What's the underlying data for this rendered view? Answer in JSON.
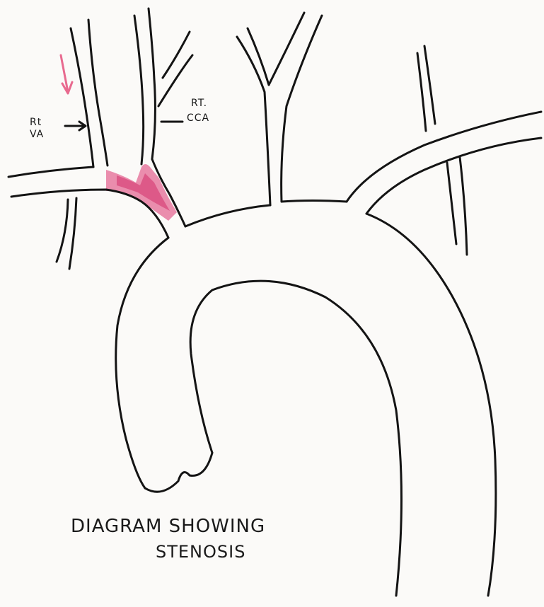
{
  "labels": {
    "rt_va_line1": "Rt",
    "rt_va_line2": "VA",
    "rt_cca_line1": "RT.",
    "rt_cca_line2": "CCA"
  },
  "caption": {
    "line1": "DIAGRAM SHOWING",
    "line2": "STENOSIS"
  },
  "colors": {
    "ink": "#141414",
    "stenosis": "#e0457b",
    "flow_arrow": "#e86a8f",
    "paper": "#fbfaf8"
  }
}
